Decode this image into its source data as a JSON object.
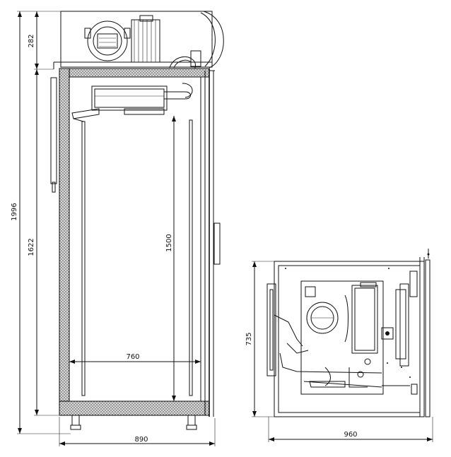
{
  "drawing": {
    "front_view": {
      "dimensions": {
        "total_height": "1996",
        "top_unit_height": "282",
        "cabinet_height": "1622",
        "shelf_height": "1500",
        "inner_width": "760",
        "overall_width": "890"
      }
    },
    "top_view": {
      "dimensions": {
        "depth": "735",
        "width": "960"
      }
    }
  }
}
